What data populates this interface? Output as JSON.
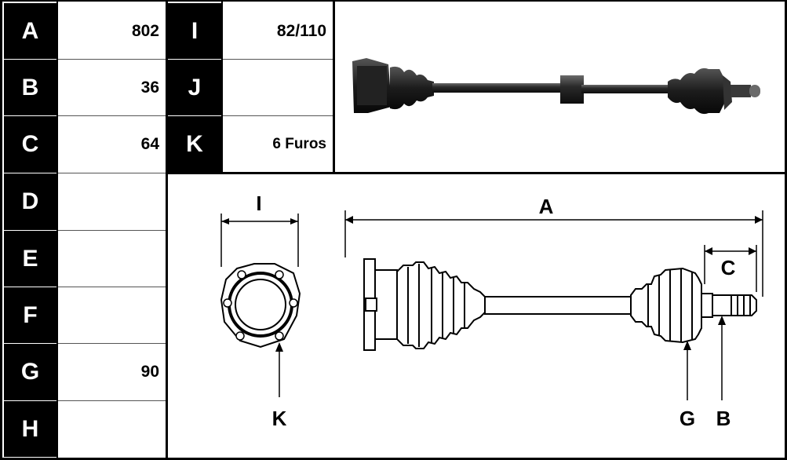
{
  "left_table": [
    {
      "letter": "A",
      "value": "802"
    },
    {
      "letter": "B",
      "value": "36"
    },
    {
      "letter": "C",
      "value": "64"
    },
    {
      "letter": "D",
      "value": ""
    },
    {
      "letter": "E",
      "value": ""
    },
    {
      "letter": "F",
      "value": ""
    },
    {
      "letter": "G",
      "value": "90"
    },
    {
      "letter": "H",
      "value": ""
    }
  ],
  "mid_table": [
    {
      "letter": "I",
      "value": "82/110"
    },
    {
      "letter": "J",
      "value": ""
    },
    {
      "letter": "K",
      "value": "6 Furos"
    }
  ],
  "diagram": {
    "label_i": "I",
    "label_a": "A",
    "label_c": "C",
    "label_k": "K",
    "label_g": "G",
    "label_b": "B"
  },
  "colors": {
    "ink": "#000000",
    "paper": "#ffffff",
    "product": "#1a1a1a"
  }
}
